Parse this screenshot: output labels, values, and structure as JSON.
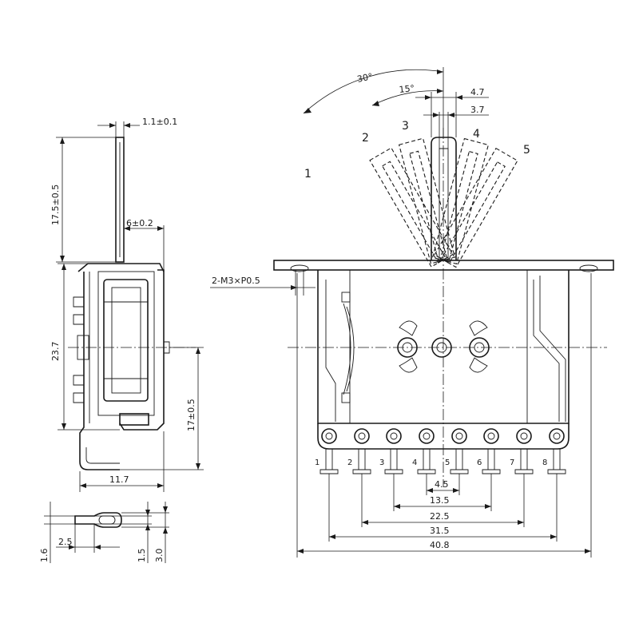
{
  "side_view": {
    "dim_thickness": "1.1±0.1",
    "dim_lever_height": "17.5±0.5",
    "dim_lever_width": "6±0.2",
    "dim_body_height": "23.7",
    "dim_terminal_height": "17±0.5",
    "dim_depth": "11.7"
  },
  "terminal_detail": {
    "dim_a": "1.6",
    "dim_b": "2.5",
    "dim_c": "1.5",
    "dim_d": "3.0"
  },
  "front_view": {
    "angle_outer": "30°",
    "angle_inner": "15°",
    "dim_lever_outer": "4.7",
    "dim_lever_inner": "3.7",
    "mount_label": "2-M3×P0.5",
    "positions": [
      "1",
      "2",
      "3",
      "4",
      "5"
    ],
    "pins": [
      "1",
      "2",
      "3",
      "4",
      "5",
      "6",
      "7",
      "8"
    ],
    "dim_pitch": "4.5",
    "dim_span_1": "13.5",
    "dim_span_2": "22.5",
    "dim_span_3": "31.5",
    "dim_total": "40.8"
  }
}
